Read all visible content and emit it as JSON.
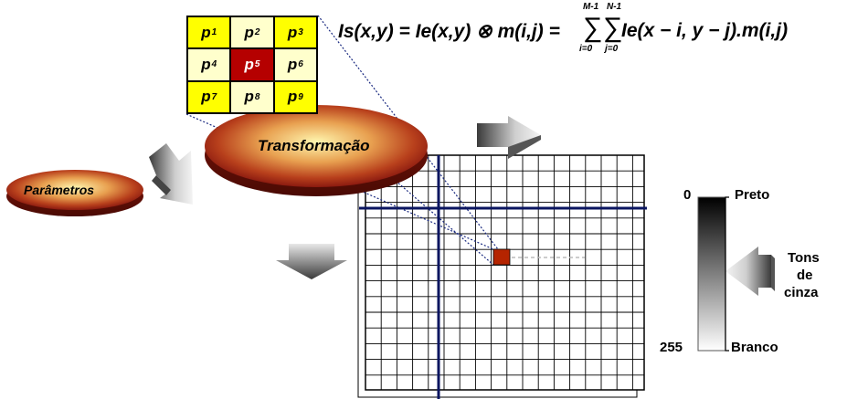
{
  "formula": {
    "main": "Is(x,y) = Ie(x,y) ⊗ m(i,j) =",
    "sum_term": "Ie(x − i, y − j).m(i,j)",
    "upper_limit_i": "M-1",
    "upper_limit_j": "N-1",
    "lower_limit_i": "i=0",
    "lower_limit_j": "j=0"
  },
  "kernel": {
    "cells": [
      {
        "symbol": "p",
        "index": "1",
        "color": "#ffff00"
      },
      {
        "symbol": "p",
        "index": "2",
        "color": "#ffffcc"
      },
      {
        "symbol": "p",
        "index": "3",
        "color": "#ffff00"
      },
      {
        "symbol": "p",
        "index": "4",
        "color": "#ffffcc"
      },
      {
        "symbol": "p",
        "index": "5",
        "color": "#b50000"
      },
      {
        "symbol": "p",
        "index": "6",
        "color": "#ffffcc"
      },
      {
        "symbol": "p",
        "index": "7",
        "color": "#ffff00"
      },
      {
        "symbol": "p",
        "index": "8",
        "color": "#ffffcc"
      },
      {
        "symbol": "p",
        "index": "9",
        "color": "#ffff00"
      }
    ]
  },
  "nodes": {
    "transformacao": "Transformação",
    "parametros": "Parâmetros"
  },
  "grayscale": {
    "min_value": "0",
    "max_value": "255",
    "min_label": "Preto",
    "max_label": "Branco",
    "caption_line1": "Tons",
    "caption_line2": "de",
    "caption_line3": "cinza"
  },
  "colors": {
    "ellipse_center": "#fff3a0",
    "ellipse_edge": "#8b1a10",
    "highlight_pixel": "#b52400",
    "axis_line": "#0a1560",
    "arrow_light": "#f0f0f0",
    "arrow_dark": "#3a3a3a"
  }
}
